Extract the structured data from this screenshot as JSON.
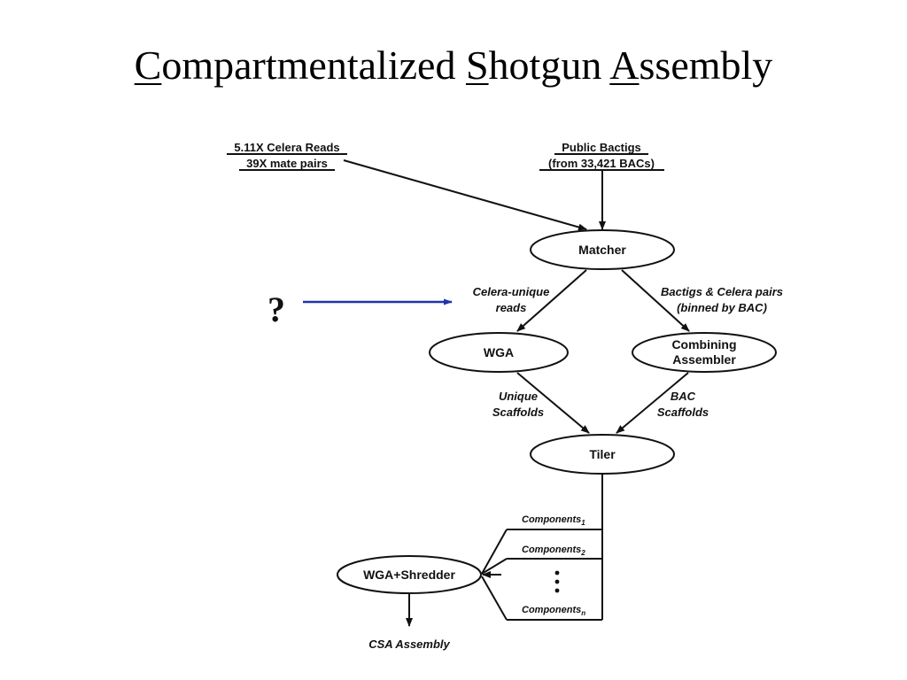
{
  "title": {
    "parts": [
      {
        "text": "C",
        "underline": true
      },
      {
        "text": "ompartmentalized ",
        "underline": false
      },
      {
        "text": "S",
        "underline": true
      },
      {
        "text": "hotgun ",
        "underline": false
      },
      {
        "text": "A",
        "underline": true
      },
      {
        "text": "ssembly",
        "underline": false
      }
    ]
  },
  "sources": {
    "celera_line1": "5.11X Celera Reads",
    "celera_line2": "39X mate pairs",
    "bactigs_line1": "Public Bactigs",
    "bactigs_line2": "(from 33,421 BACs)"
  },
  "nodes": {
    "matcher": "Matcher",
    "wga": "WGA",
    "combining_line1": "Combining",
    "combining_line2": "Assembler",
    "tiler": "Tiler",
    "wga_shredder": "WGA+Shredder"
  },
  "edges": {
    "celera_unique_line1": "Celera-unique",
    "celera_unique_line2": "reads",
    "bactigs_pairs_line1": "Bactigs & Celera pairs",
    "bactigs_pairs_line2": "(binned by BAC)",
    "unique_scaffolds_line1": "Unique",
    "unique_scaffolds_line2": "Scaffolds",
    "bac_scaffolds_line1": "BAC",
    "bac_scaffolds_line2": "Scaffolds"
  },
  "components": [
    {
      "label": "Components",
      "subscript": "1"
    },
    {
      "label": "Components",
      "subscript": "2"
    },
    {
      "label": "Components",
      "subscript": "n"
    }
  ],
  "output": "CSA Assembly",
  "annotation": {
    "question_mark": "?",
    "arrow_color": "#2233aa"
  }
}
